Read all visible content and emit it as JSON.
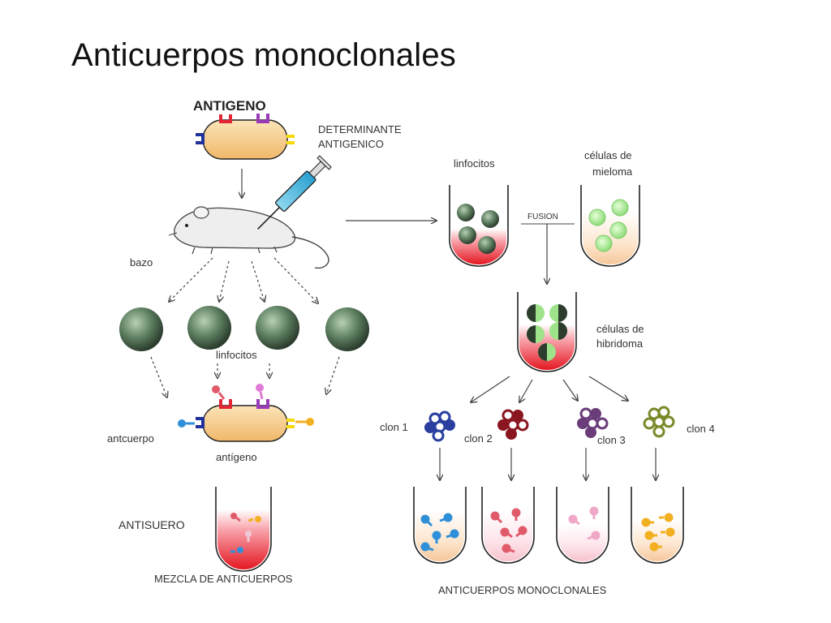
{
  "title": "Anticuerpos monoclonales",
  "labels": {
    "antigeno_top": "ANTIGENO",
    "determinante_1": "DETERMINANTE",
    "determinante_2": "ANTIGENICO",
    "bazo": "bazo",
    "linfocitos_left": "linfocitos",
    "antcuerpo": "antcuerpo",
    "antigeno_lower": "antígeno",
    "antisuero": "ANTISUERO",
    "mezcla": "MEZCLA DE ANTICUERPOS",
    "linfocitos_right": "linfocitos",
    "celulas_mieloma_1": "células de",
    "celulas_mieloma_2": "mieloma",
    "fusion": "FUSION",
    "hibridoma_1": "células de",
    "hibridoma_2": "hibridoma",
    "clon1": "clon 1",
    "clon2": "clon 2",
    "clon3": "clon 3",
    "clon4": "clon 4",
    "monoclonales": "ANTICUERPOS MONOCLONALES"
  },
  "colors": {
    "antigen_fill": "#f6cf8e",
    "lymphocyte": "#5d7f60",
    "myeloma": "#9ee38a",
    "blood_red": "#e8202a",
    "clon1": "#2a3fa0",
    "clon2": "#8a1620",
    "clon3": "#6a3c7a",
    "clon4": "#7a8a2a",
    "antibody_blue": "#2f8fd8",
    "antibody_red": "#e05a6a",
    "antibody_pink": "#f0a8c8",
    "antibody_yellow": "#f2b020"
  }
}
